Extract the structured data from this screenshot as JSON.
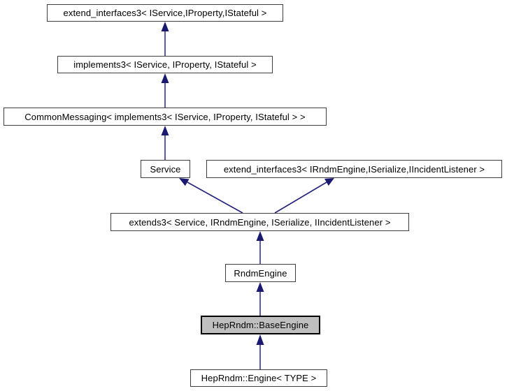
{
  "diagram": {
    "kind": "class-inheritance-graph",
    "nodes": [
      {
        "id": "extend_interfaces3_service",
        "label": "extend_interfaces3< IService,IProperty,IStateful >",
        "highlighted": false
      },
      {
        "id": "implements3",
        "label": "implements3< IService, IProperty, IStateful >",
        "highlighted": false
      },
      {
        "id": "common_messaging",
        "label": "CommonMessaging< implements3< IService, IProperty, IStateful > >",
        "highlighted": false
      },
      {
        "id": "service",
        "label": "Service",
        "highlighted": false
      },
      {
        "id": "extend_interfaces3_rndm",
        "label": "extend_interfaces3< IRndmEngine,ISerialize,IIncidentListener >",
        "highlighted": false
      },
      {
        "id": "extends3",
        "label": "extends3< Service, IRndmEngine, ISerialize, IIncidentListener >",
        "highlighted": false
      },
      {
        "id": "rndm_engine",
        "label": "RndmEngine",
        "highlighted": false
      },
      {
        "id": "base_engine",
        "label": "HepRndm::BaseEngine",
        "highlighted": true
      },
      {
        "id": "engine_type",
        "label": "HepRndm::Engine< TYPE >",
        "highlighted": false
      }
    ],
    "edges": [
      {
        "from": "implements3",
        "to": "extend_interfaces3_service",
        "relation": "inherits"
      },
      {
        "from": "common_messaging",
        "to": "implements3",
        "relation": "inherits"
      },
      {
        "from": "service",
        "to": "common_messaging",
        "relation": "inherits"
      },
      {
        "from": "extends3",
        "to": "service",
        "relation": "inherits"
      },
      {
        "from": "extends3",
        "to": "extend_interfaces3_rndm",
        "relation": "inherits"
      },
      {
        "from": "rndm_engine",
        "to": "extends3",
        "relation": "inherits"
      },
      {
        "from": "base_engine",
        "to": "rndm_engine",
        "relation": "inherits"
      },
      {
        "from": "engine_type",
        "to": "base_engine",
        "relation": "inherits"
      }
    ],
    "colors": {
      "background": "#ffffff",
      "node_fill": "#ffffff",
      "node_border": "#3d3d3d",
      "highlight_fill": "#bfbfbf",
      "highlight_border": "#000000",
      "edge_vertical": "#5a5aa5",
      "edge_diagonal": "#24247e",
      "arrowhead": "#191970",
      "text": "#000000"
    }
  }
}
